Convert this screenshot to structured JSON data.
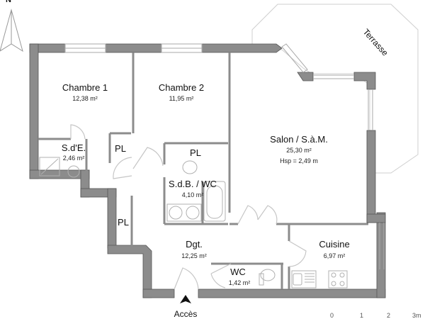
{
  "compass": {
    "label": "N"
  },
  "rooms": [
    {
      "id": "chambre1",
      "name": "Chambre 1",
      "area": "12,38 m²"
    },
    {
      "id": "chambre2",
      "name": "Chambre 2",
      "area": "11,95 m²"
    },
    {
      "id": "salon",
      "name": "Salon / S.à.M.",
      "area": "25,30 m²",
      "height": "Hsp = 2,49 m"
    },
    {
      "id": "sde",
      "name": "S.d'E.",
      "area": "2,46 m²"
    },
    {
      "id": "sdb",
      "name": "S.d.B. / WC",
      "area": "4,10 m²"
    },
    {
      "id": "dgt",
      "name": "Dgt.",
      "area": "12,25 m²"
    },
    {
      "id": "cuisine",
      "name": "Cuisine",
      "area": "6,97 m²"
    },
    {
      "id": "wc",
      "name": "WC",
      "area": "1,42 m²"
    }
  ],
  "closets": [
    "PL",
    "PL",
    "PL"
  ],
  "outdoor": {
    "terrasse": "Terrasse"
  },
  "entrance": {
    "label": "Accès"
  },
  "scale_bar": [
    "0",
    "1",
    "2",
    "3m"
  ],
  "colors": {
    "wall": "#8c8c8c",
    "wall_stroke": "#555555",
    "line": "#bdbdbd"
  }
}
